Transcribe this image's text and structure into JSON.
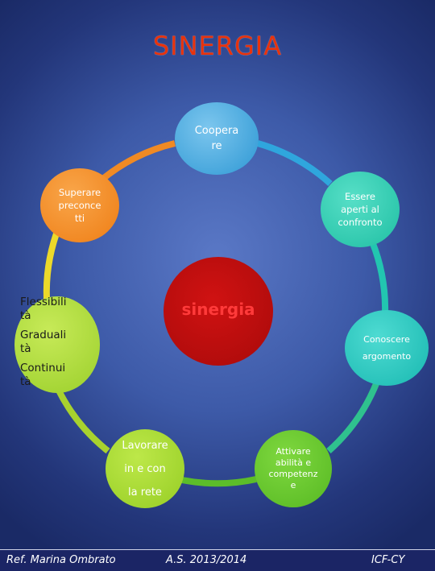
{
  "title": "SINERGIA",
  "center": "sinergia",
  "nodes": {
    "cooperare": "Coopera\nre",
    "essere": "Essere\naperti al\nconfronto",
    "superare": "Superare\npreconce\ntti",
    "conoscere": "Conoscere\nargomento",
    "lavorare": "Lavorare\nin e con\nla  rete",
    "attivare": "Attivare\nabilità e\ncompetenz\ne"
  },
  "left_list": [
    "Flessibili\ntà",
    "Graduali\ntà",
    "Continui\ntà"
  ],
  "footer": {
    "ref": "Ref. Marina Ombrato",
    "year": "A.S. 2013/2014",
    "org": "ICF-CY"
  },
  "colors": {
    "title": "#e8320c",
    "center": "#c00000",
    "ring_orange": "#f08a24",
    "ring_blue": "#2fa6dd",
    "ring_teal": "#22c6b0",
    "ring_green": "#79c832",
    "ring_yellow": "#ecd92a"
  }
}
